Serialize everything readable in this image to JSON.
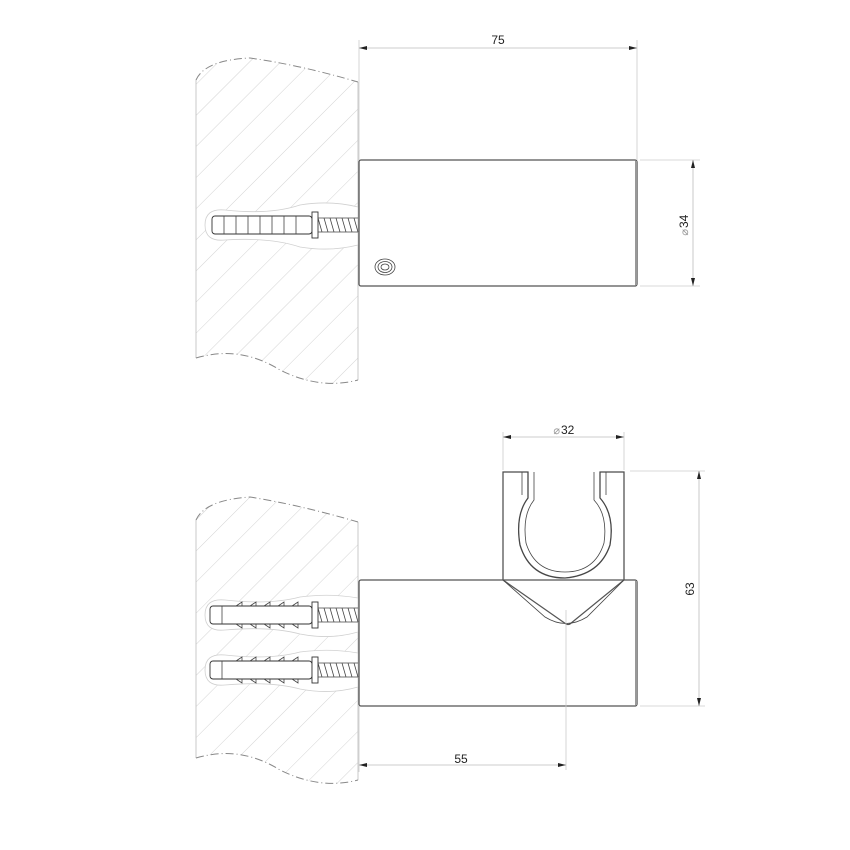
{
  "drawing": {
    "title": "Wall-mounted shower hook / handshower holder technical drawing",
    "units": "mm",
    "views": [
      {
        "id": "top-view",
        "description": "Wall hook body, side view with single wall anchor",
        "dimensions": {
          "length": {
            "label": "75",
            "value": 75
          },
          "diameter": {
            "symbol": "⌀",
            "label": "34",
            "value": 34
          }
        }
      },
      {
        "id": "bottom-view",
        "description": "Handshower holder with U-clip, side view with two wall anchors",
        "dimensions": {
          "clip_diameter": {
            "symbol": "⌀",
            "label": "32",
            "value": 32
          },
          "height": {
            "label": "63",
            "value": 63
          },
          "axis_distance": {
            "label": "55",
            "value": 55
          }
        }
      }
    ],
    "colors": {
      "outline": "#555555",
      "dimension_line": "#bbbbbb",
      "hatch": "#c8c8c8",
      "text": "#222222"
    }
  }
}
